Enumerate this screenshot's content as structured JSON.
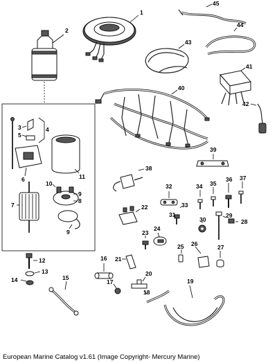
{
  "footer": "European Marine Catalog v1.61 (Image Copyright- Mercury Marine)",
  "callouts": {
    "c1": "1",
    "c2": "2",
    "c3": "3",
    "c4": "4",
    "c5": "5",
    "c6": "6",
    "c7": "7",
    "c8": "8",
    "c9a": "9",
    "c9b": "9",
    "c10": "10",
    "c11": "11",
    "c12": "12",
    "c13": "13",
    "c14": "14",
    "c15": "15",
    "c16": "16",
    "c17": "17",
    "c18": "18",
    "c19": "19",
    "c20": "20",
    "c21": "21",
    "c22": "22",
    "c23": "23",
    "c24": "24",
    "c25": "25",
    "c26": "26",
    "c27": "27",
    "c28": "28",
    "c29": "29",
    "c30": "30",
    "c31": "31",
    "c32": "32",
    "c33": "33",
    "c34": "34",
    "c35": "35",
    "c36": "36",
    "c37": "37",
    "c38": "38",
    "c39": "39",
    "c40": "40",
    "c41": "41",
    "c42": "42",
    "c43": "43",
    "c44": "44",
    "c45": "45"
  }
}
